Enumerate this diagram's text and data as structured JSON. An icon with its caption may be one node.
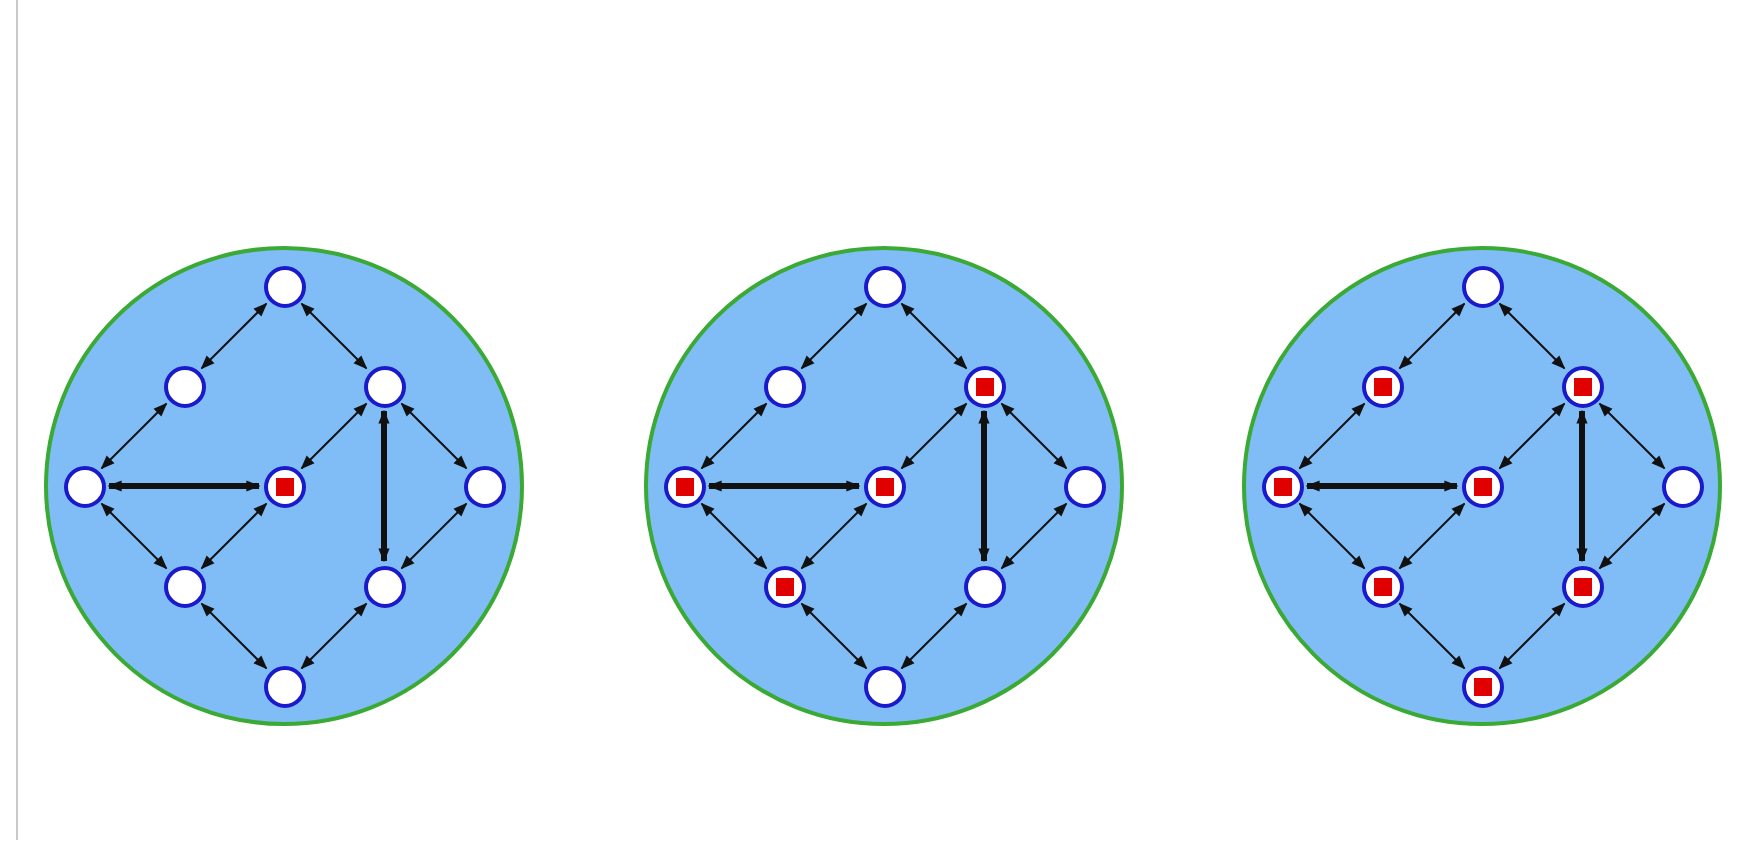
{
  "diagram": {
    "nodes": [
      {
        "text": [],
        "shape": "circle"
      },
      {
        "text": [],
        "shape": "circle",
        "in": 0
      },
      {
        "text": [],
        "shape": "circle",
        "in": 0
      },
      {
        "text": [],
        "shape": "circle",
        "in": 0
      },
      {
        "text": [],
        "shape": "circle",
        "in": 0
      },
      {
        "text": [],
        "shape": "circle",
        "in": 0
      },
      {
        "text": [],
        "shape": "box",
        "in": 5
      },
      {
        "text": [],
        "shape": "circle",
        "in": 0
      },
      {
        "text": [],
        "shape": "circle",
        "in": 0
      },
      {
        "text": [],
        "shape": "circle",
        "in": 0
      },
      {
        "text": [],
        "shape": "circle",
        "in": 0
      },
      {
        "text": [],
        "shape": "circle"
      },
      {
        "text": [],
        "shape": "circle",
        "in": 11
      },
      {
        "text": [],
        "shape": "circle",
        "in": 11
      },
      {
        "text": [],
        "shape": "circle",
        "in": 11
      },
      {
        "text": [],
        "shape": "box",
        "in": 14
      },
      {
        "text": [],
        "shape": "circle",
        "in": 11
      },
      {
        "text": [],
        "shape": "box",
        "in": 16
      },
      {
        "text": [],
        "shape": "circle",
        "in": 11
      },
      {
        "text": [],
        "shape": "box",
        "in": 18
      },
      {
        "text": [],
        "shape": "circle",
        "in": 11
      },
      {
        "text": [],
        "shape": "circle",
        "in": 11
      },
      {
        "text": [],
        "shape": "box",
        "in": 21
      },
      {
        "text": [],
        "shape": "circle",
        "in": 11
      },
      {
        "text": [],
        "shape": "circle",
        "in": 11
      },
      {
        "text": [],
        "shape": "circle"
      },
      {
        "text": [],
        "shape": "circle",
        "in": 25
      },
      {
        "text": [],
        "shape": "circle",
        "in": 25
      },
      {
        "text": [],
        "shape": "box",
        "in": 27
      },
      {
        "text": [],
        "shape": "circle",
        "in": 25
      },
      {
        "text": [],
        "shape": "box",
        "in": 29
      },
      {
        "text": [],
        "shape": "circle",
        "in": 25
      },
      {
        "text": [],
        "shape": "box",
        "in": 31
      },
      {
        "text": [],
        "shape": "circle",
        "in": 25
      },
      {
        "text": [],
        "shape": "box",
        "in": 33
      },
      {
        "text": [],
        "shape": "circle",
        "in": 25
      },
      {
        "text": [],
        "shape": "circle",
        "in": 25
      },
      {
        "text": [],
        "shape": "box",
        "in": 36
      },
      {
        "text": [],
        "shape": "circle",
        "in": 25
      },
      {
        "text": [],
        "shape": "box",
        "in": 38
      },
      {
        "text": [],
        "shape": "circle",
        "in": 25
      },
      {
        "text": [],
        "shape": "box",
        "in": 40
      }
    ],
    "edges": [
      {
        "from": 1,
        "to": 2,
        "arrow": "both"
      },
      {
        "from": 1,
        "to": 3,
        "arrow": "both"
      },
      {
        "from": 2,
        "to": 4,
        "arrow": "both"
      },
      {
        "from": 4,
        "to": 5,
        "arrow": "both",
        "style": "thick"
      },
      {
        "from": 3,
        "to": 5,
        "arrow": "both"
      },
      {
        "from": 3,
        "to": 7,
        "arrow": "both"
      },
      {
        "from": 3,
        "to": 9,
        "arrow": "both",
        "style": "thick"
      },
      {
        "from": 4,
        "to": 8,
        "arrow": "both"
      },
      {
        "from": 5,
        "to": 8,
        "arrow": "both"
      },
      {
        "from": 7,
        "to": 9,
        "arrow": "both"
      },
      {
        "from": 8,
        "to": 10,
        "arrow": "both"
      },
      {
        "from": 9,
        "to": 10,
        "arrow": "both"
      },
      {
        "from": 12,
        "to": 13,
        "arrow": "both"
      },
      {
        "from": 12,
        "to": 14,
        "arrow": "both"
      },
      {
        "from": 13,
        "to": 16,
        "arrow": "both"
      },
      {
        "from": 16,
        "to": 18,
        "arrow": "both",
        "style": "thick"
      },
      {
        "from": 14,
        "to": 18,
        "arrow": "both"
      },
      {
        "from": 14,
        "to": 20,
        "arrow": "both"
      },
      {
        "from": 14,
        "to": 23,
        "arrow": "both",
        "style": "thick"
      },
      {
        "from": 16,
        "to": 21,
        "arrow": "both"
      },
      {
        "from": 18,
        "to": 21,
        "arrow": "both"
      },
      {
        "from": 20,
        "to": 23,
        "arrow": "both"
      },
      {
        "from": 21,
        "to": 24,
        "arrow": "both"
      },
      {
        "from": 23,
        "to": 24,
        "arrow": "both"
      },
      {
        "from": 26,
        "to": 27,
        "arrow": "both"
      },
      {
        "from": 26,
        "to": 29,
        "arrow": "both"
      },
      {
        "from": 27,
        "to": 31,
        "arrow": "both"
      },
      {
        "from": 31,
        "to": 33,
        "arrow": "both",
        "style": "thick"
      },
      {
        "from": 29,
        "to": 33,
        "arrow": "both"
      },
      {
        "from": 29,
        "to": 35,
        "arrow": "both"
      },
      {
        "from": 29,
        "to": 38,
        "arrow": "both",
        "style": "thick"
      },
      {
        "from": 31,
        "to": 36,
        "arrow": "both"
      },
      {
        "from": 33,
        "to": 36,
        "arrow": "both"
      },
      {
        "from": 35,
        "to": 38,
        "arrow": "both"
      },
      {
        "from": 36,
        "to": 40,
        "arrow": "both"
      },
      {
        "from": 38,
        "to": 40,
        "arrow": "both"
      }
    ]
  }
}
